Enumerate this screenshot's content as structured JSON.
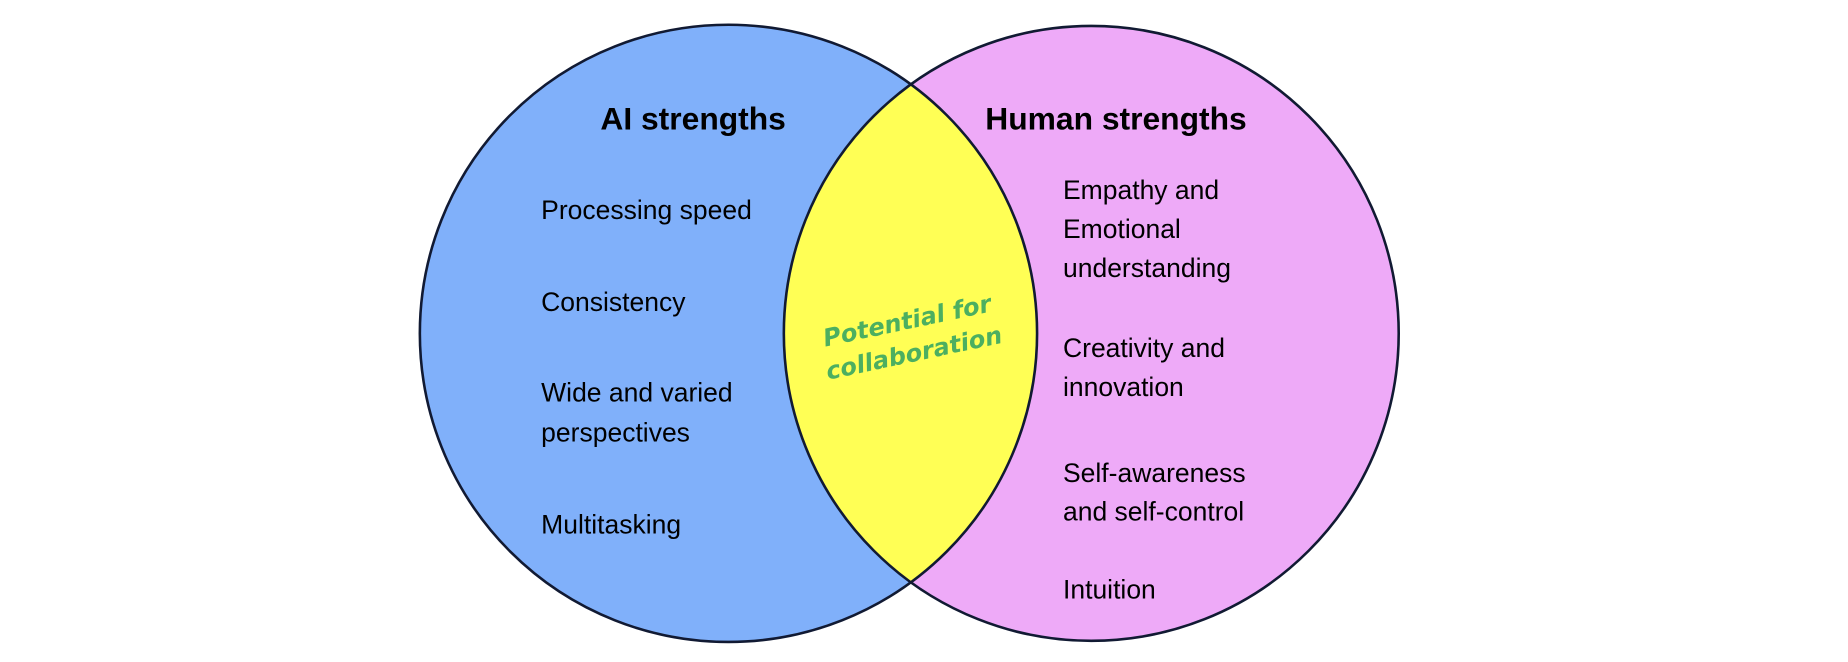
{
  "left": {
    "title": "AI strengths",
    "items": [
      "Processing speed",
      "Consistency",
      "Wide and varied",
      "perspectives",
      "Multitasking"
    ]
  },
  "right": {
    "title": "Human strengths",
    "items": [
      "Empathy and",
      "Emotional",
      "understanding",
      "Creativity and",
      "innovation",
      "Self-awareness",
      "and self-control",
      "Intuition"
    ]
  },
  "center": {
    "lines": [
      "Potential for",
      "collaboration"
    ]
  },
  "colors": {
    "left": "#80b0fa",
    "right": "#eeaaf8",
    "overlap": "#ffff55",
    "center_text": "#4caf60"
  }
}
